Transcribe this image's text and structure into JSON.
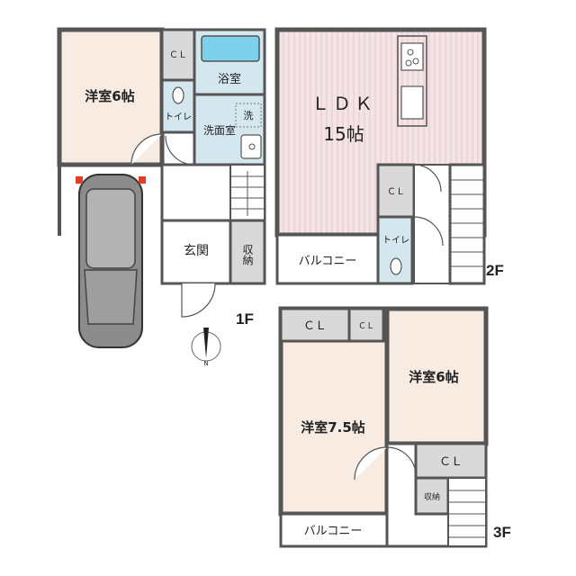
{
  "colors": {
    "western_room": "#f8ebe1",
    "ldk": "#f4e4e6",
    "ldk_stripe": "#e3c7cc",
    "wet": "#d4e7ef",
    "storage": "#d9d9d9",
    "hall": "#ffffff",
    "wall": "#555555",
    "tub": "#7fd0ea"
  },
  "floors": [
    {
      "name": "1F",
      "rooms": [
        {
          "id": "western-room-1f",
          "label": "洋室6帖",
          "type": "western"
        },
        {
          "id": "closet-1f",
          "label": "ＣＬ",
          "type": "storage"
        },
        {
          "id": "bathroom",
          "label": "浴室",
          "type": "wet"
        },
        {
          "id": "toilet-1f",
          "label": "トイレ",
          "type": "wet"
        },
        {
          "id": "washroom",
          "label": "洗面室",
          "type": "wet"
        },
        {
          "id": "washer",
          "label": "洗",
          "type": "wet"
        },
        {
          "id": "entrance",
          "label": "玄関",
          "type": "hall"
        },
        {
          "id": "shoe-storage",
          "label": "収納",
          "type": "storage"
        }
      ],
      "parking": {
        "label": "car-icon"
      },
      "compass": {
        "north_label": "N",
        "icon": "compass-icon"
      }
    },
    {
      "name": "2F",
      "rooms": [
        {
          "id": "ldk",
          "label": "ＬＤＫ",
          "size": "15帖",
          "type": "ldk"
        },
        {
          "id": "closet-2f",
          "label": "ＣＬ",
          "type": "storage"
        },
        {
          "id": "toilet-2f",
          "label": "トイレ",
          "type": "wet"
        },
        {
          "id": "balcony-2f",
          "label": "バルコニー",
          "type": "hall"
        }
      ]
    },
    {
      "name": "3F",
      "rooms": [
        {
          "id": "closet-3f-a",
          "label": "ＣＬ",
          "type": "storage"
        },
        {
          "id": "closet-3f-b",
          "label": "ＣＬ",
          "type": "storage"
        },
        {
          "id": "western-room-3f-b",
          "label": "洋室6帖",
          "type": "western"
        },
        {
          "id": "western-room-3f-a",
          "label": "洋室7.5帖",
          "type": "western"
        },
        {
          "id": "closet-3f-c",
          "label": "ＣＬ",
          "type": "storage"
        },
        {
          "id": "storage-3f",
          "label": "収納",
          "type": "storage"
        },
        {
          "id": "balcony-3f",
          "label": "バルコニー",
          "type": "hall"
        }
      ]
    }
  ]
}
